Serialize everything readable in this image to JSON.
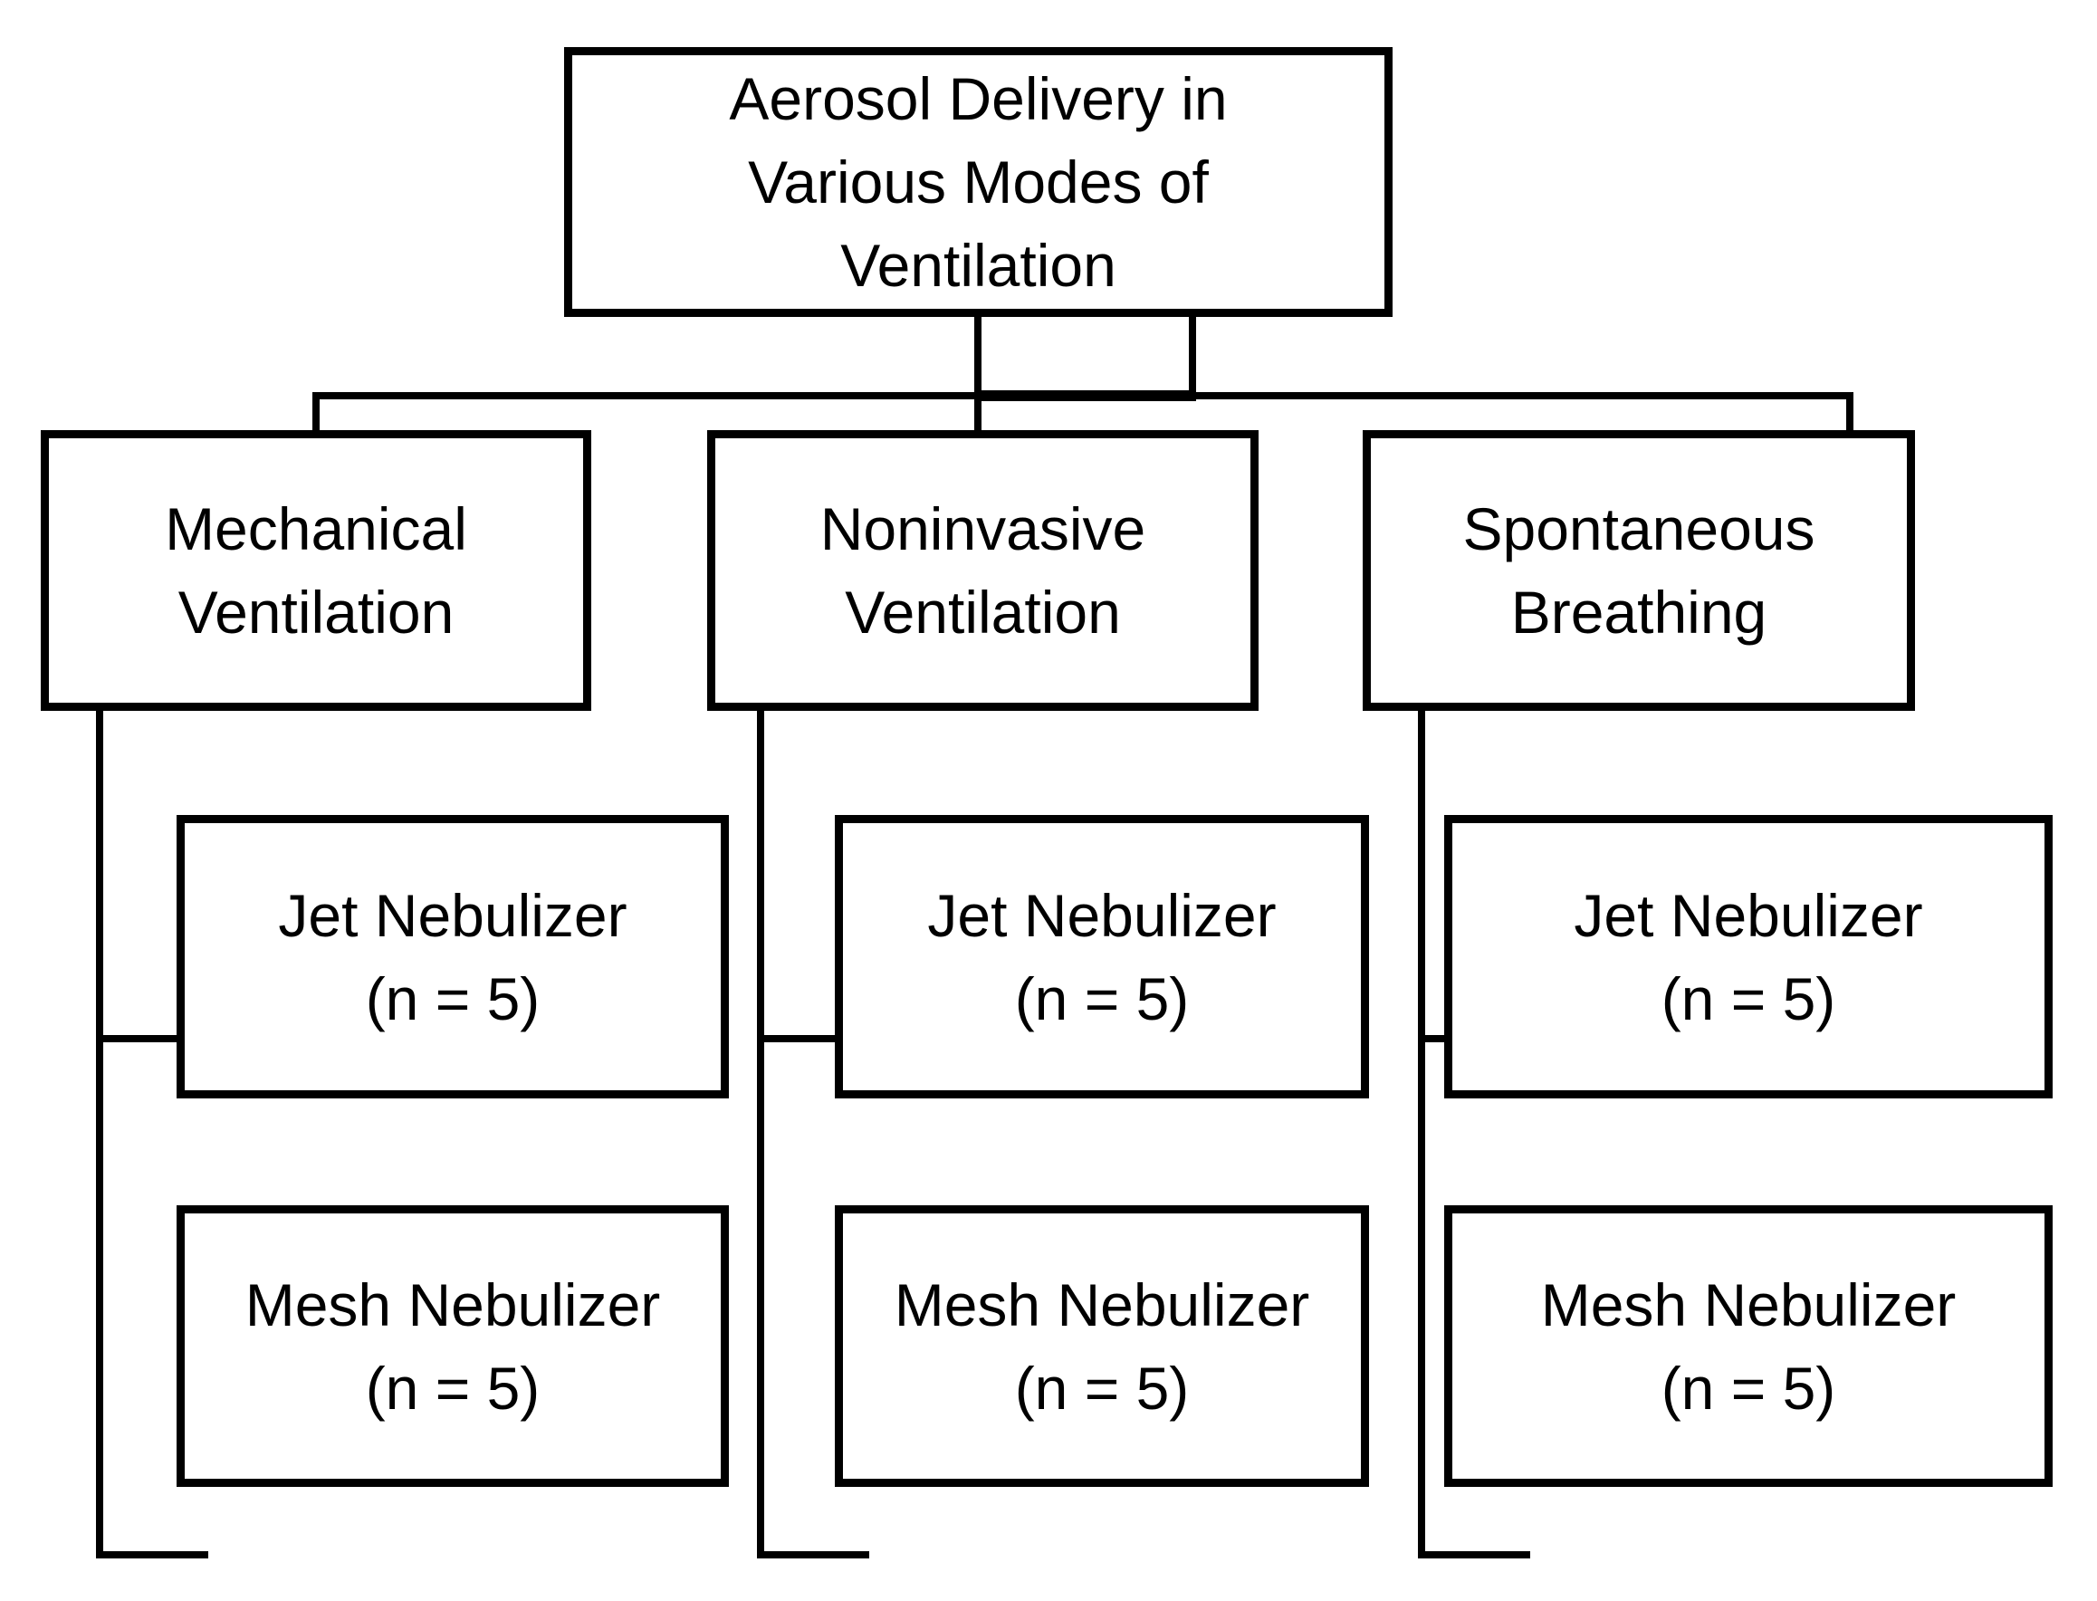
{
  "figure": {
    "background_color": "#ffffff",
    "line_color": "#000000",
    "text_color": "#000000"
  },
  "root": {
    "label": "Aerosol Delivery in\nVarious Modes of\nVentilation"
  },
  "columns": [
    {
      "mode": {
        "label": "Mechanical\nVentilation"
      },
      "children": [
        {
          "label": "Jet Nebulizer\n(n = 5)"
        },
        {
          "label": "Mesh Nebulizer\n(n = 5)"
        }
      ]
    },
    {
      "mode": {
        "label": "Noninvasive\nVentilation"
      },
      "children": [
        {
          "label": "Jet Nebulizer\n(n = 5)"
        },
        {
          "label": "Mesh Nebulizer\n(n = 5)"
        }
      ]
    },
    {
      "mode": {
        "label": "Spontaneous\nBreathing"
      },
      "children": [
        {
          "label": "Jet Nebulizer\n(n = 5)"
        },
        {
          "label": "Mesh Nebulizer\n(n = 5)"
        }
      ]
    }
  ]
}
